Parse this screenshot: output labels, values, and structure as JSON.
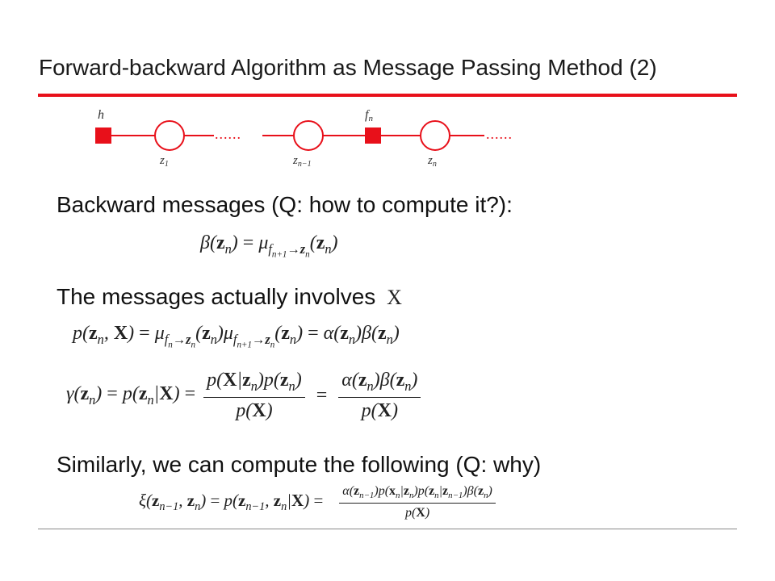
{
  "slide": {
    "title": "Forward-backward Algorithm as Message Passing Method (2)",
    "accent_color": "#e8101a"
  },
  "diagram": {
    "labels": {
      "h": "h",
      "fn": "f",
      "fn_sub": "n",
      "z1": "z",
      "z1_sub": "1",
      "zn1": "z",
      "zn1_sub": "n−1",
      "zn": "z",
      "zn_sub": "n",
      "dots": "......"
    }
  },
  "text": {
    "backward": "Backward messages (Q: how to compute it?):",
    "involves": "The messages actually involves",
    "involves_symbol": "X",
    "similarly": "Similarly, we can compute the following  (Q: why)"
  },
  "equations": {
    "beta": "β(z_n) = μ_{f_{n+1}→z_n}(z_n)",
    "joint": "p(z_n, X) = μ_{f_n→z_n}(z_n) μ_{f_{n+1}→z_n}(z_n) = α(z_n)β(z_n)",
    "gamma": "γ(z_n) = p(z_n|X) = p(X|z_n)p(z_n) / p(X) = α(z_n)β(z_n) / p(X)",
    "xi": "ξ(z_{n−1}, z_n) = p(z_{n−1}, z_n|X) = α(z_{n−1})p(x_n|z_n)p(z_n|z_{n−1})β(z_n) / p(X)"
  }
}
